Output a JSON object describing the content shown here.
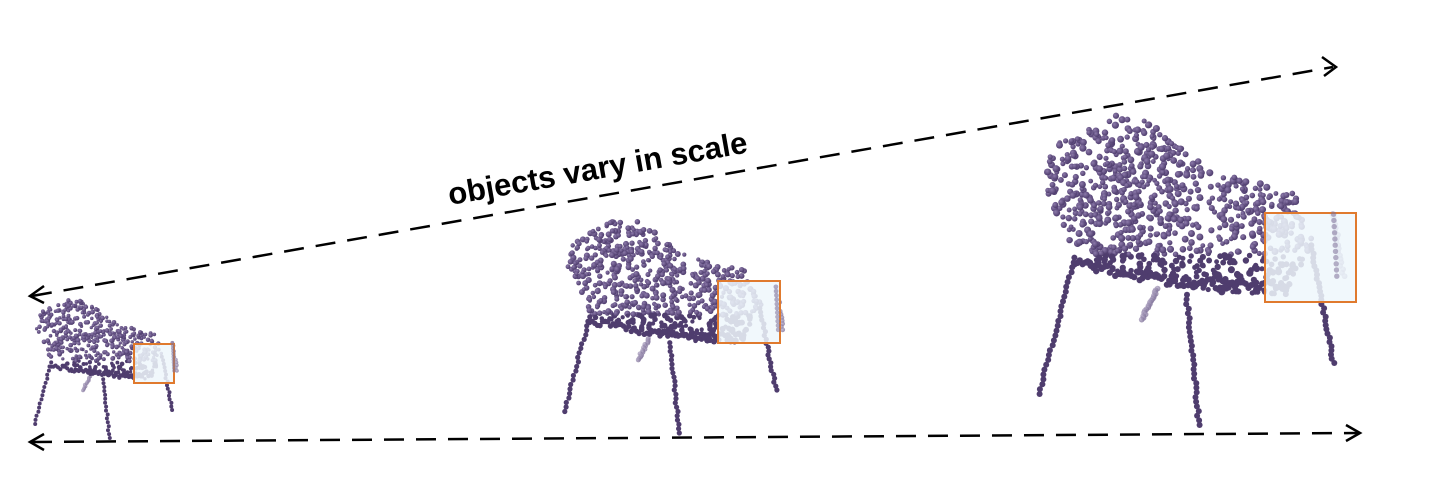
{
  "figure": {
    "caption": "objects vary in scale",
    "colors": {
      "point_cloud": "#4f3d6e",
      "point_cloud_far": "#7d6f97",
      "highlight_box_stroke": "#e07a2e",
      "highlight_box_fill": "#eef7fb",
      "arrow": "#000000",
      "background": "#ffffff"
    },
    "objects": [
      {
        "name": "chair-small"
      },
      {
        "name": "chair-medium"
      },
      {
        "name": "chair-large"
      }
    ],
    "arrows": [
      {
        "name": "top-scale-arrow",
        "style": "dashed",
        "heads": "both"
      },
      {
        "name": "bottom-baseline-arrow",
        "style": "dashed",
        "heads": "both"
      }
    ]
  }
}
